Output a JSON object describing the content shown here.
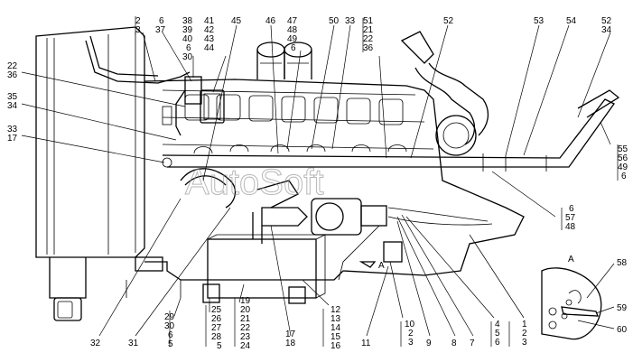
{
  "watermark": "AutoSoft",
  "view_label": "A",
  "arrow_label": "A",
  "callouts": {
    "top_2_3": [
      "2",
      "3"
    ],
    "top_6_37": [
      "6",
      "37"
    ],
    "top_38": [
      "38",
      "39",
      "40",
      "6",
      "30"
    ],
    "top_41": [
      "41",
      "42",
      "43",
      "44"
    ],
    "top_45": [
      "45"
    ],
    "top_46": [
      "46"
    ],
    "top_47": [
      "47",
      "48",
      "49",
      "6"
    ],
    "top_50": [
      "50"
    ],
    "top_33": [
      "33"
    ],
    "top_51": [
      "51",
      "21",
      "22",
      "36"
    ],
    "top_52": [
      "52"
    ],
    "top_53": [
      "53"
    ],
    "top_54": [
      "54"
    ],
    "top_52_34": [
      "52",
      "34"
    ],
    "left_22_36": [
      "22",
      "36"
    ],
    "left_35_34": [
      "35",
      "34"
    ],
    "left_33_17": [
      "33",
      "17"
    ],
    "right_55": [
      "55",
      "56",
      "49",
      "6"
    ],
    "right_6_57": [
      "6",
      "57",
      "48"
    ],
    "bot_29": [
      "29",
      "30",
      "6",
      "5"
    ],
    "bot_25": [
      "25",
      "26",
      "27",
      "28",
      "5"
    ],
    "bot_19": [
      "19",
      "20",
      "21",
      "22",
      "23",
      "24"
    ],
    "bot_12": [
      "12",
      "13",
      "14",
      "15",
      "16"
    ],
    "bot_10": [
      "10",
      "2",
      "3"
    ],
    "bot_4": [
      "4",
      "5",
      "6"
    ],
    "bot_1": [
      "1",
      "2",
      "3"
    ],
    "bot_32": [
      "32"
    ],
    "bot_31": [
      "31"
    ],
    "bot_17_18": [
      "17",
      "18"
    ],
    "bot_11": [
      "11"
    ],
    "bot_9": [
      "9"
    ],
    "bot_8": [
      "8"
    ],
    "bot_7": [
      "7"
    ],
    "detail_58": [
      "58"
    ],
    "detail_59": [
      "59"
    ],
    "detail_60": [
      "60"
    ]
  }
}
